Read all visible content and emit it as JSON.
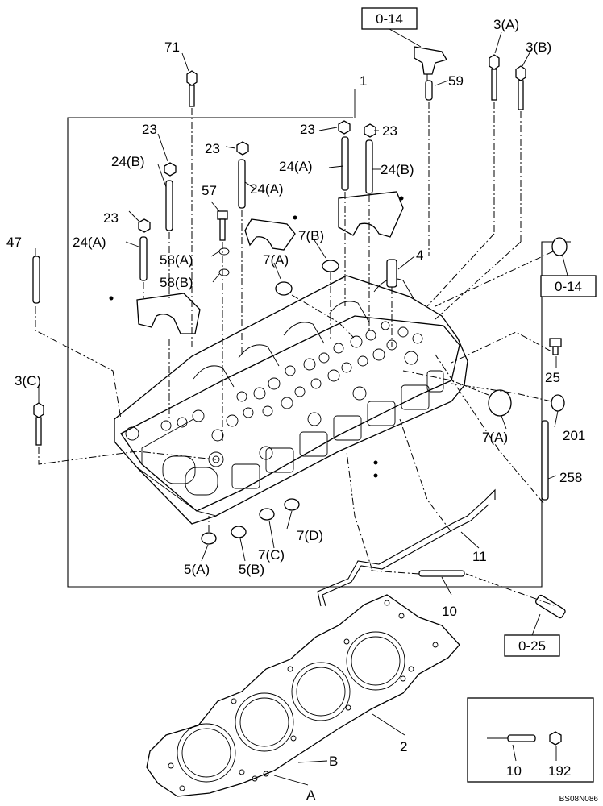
{
  "ref_boxes": {
    "top_o14": "0-14",
    "right_o14": "0-14",
    "bottom_o25": "0-25"
  },
  "labels": {
    "l71": "71",
    "l1": "1",
    "l3a": "3(A)",
    "l3b": "3(B)",
    "l59": "59",
    "l23_a": "23",
    "l23_b": "23",
    "l23_c": "23",
    "l23_d": "23",
    "l23_e": "23",
    "l24b_a": "24(B)",
    "l24a_a": "24(A)",
    "l24a_b": "24(A)",
    "l24b_b": "24(B)",
    "l24a_c": "24(A)",
    "l57": "57",
    "l7b": "7(B)",
    "l4": "4",
    "l47": "47",
    "l58a": "58(A)",
    "l7a_a": "7(A)",
    "l58b": "58(B)",
    "l25": "25",
    "l3c": "3(C)",
    "l7a_b": "7(A)",
    "l201": "201",
    "l258": "258",
    "l7d": "7(D)",
    "l11": "11",
    "l7c": "7(C)",
    "l5a": "5(A)",
    "l5b": "5(B)",
    "l10_main": "10",
    "l2": "2",
    "lB": "B",
    "lA": "A",
    "l10_inset": "10",
    "l192": "192"
  },
  "footer": {
    "code": "BS08N086"
  }
}
